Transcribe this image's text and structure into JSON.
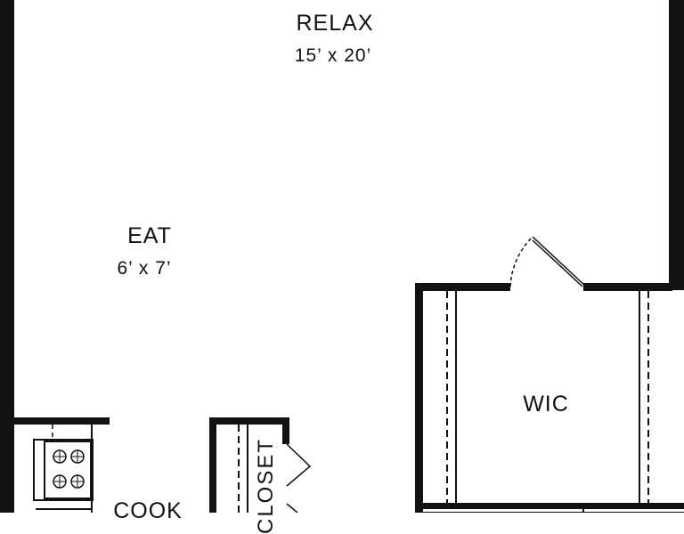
{
  "rooms": {
    "relax": {
      "name": "RELAX",
      "dims": "15’ x 20’"
    },
    "eat": {
      "name": "EAT",
      "dims": "6’ x 7’"
    },
    "wic": {
      "name": "WIC"
    },
    "cook": {
      "name": "COOK"
    },
    "closet": {
      "name": "CLOSET"
    }
  }
}
